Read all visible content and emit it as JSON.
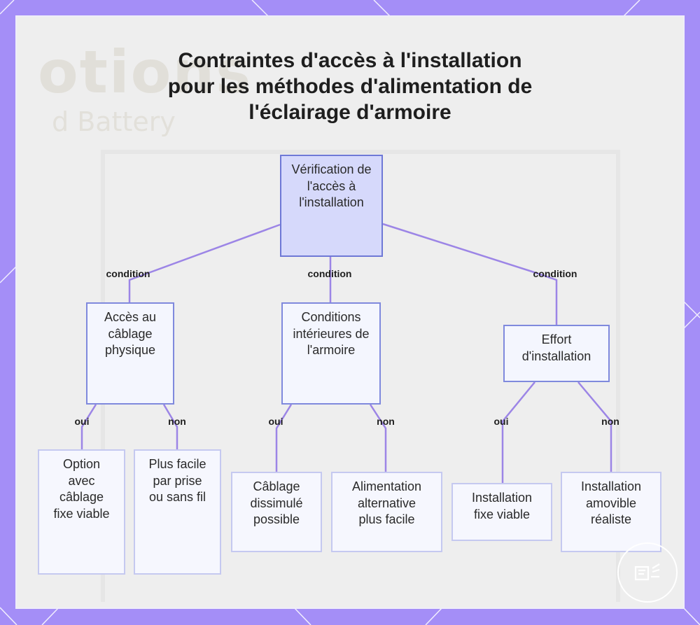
{
  "title_lines": [
    "Contraintes d'accès à l'installation",
    "pour les méthodes d'alimentation de",
    "l'éclairage d'armoire"
  ],
  "background_text": {
    "line1": "otions",
    "line2": "d Battery"
  },
  "nodes": {
    "root": "Vérification de l'accès à l'installation",
    "acces_cablage": "Accès au câblage physique",
    "conditions_armoire": "Conditions intérieures de l'armoire",
    "effort": "Effort d'installation",
    "option_cablage": "Option avec câblage fixe viable",
    "plus_facile_prise": "Plus facile par prise ou sans fil",
    "cablage_dissimule": "Câblage dissimulé possible",
    "alimentation_alternative": "Alimentation alternative plus facile",
    "installation_fixe": "Installation fixe viable",
    "installation_amovible": "Installation amovible réaliste"
  },
  "edge_labels": {
    "condition_1": "condition",
    "condition_2": "condition",
    "condition_3": "condition",
    "oui_1": "oui",
    "non_1": "non",
    "oui_2": "oui",
    "non_2": "non",
    "oui_3": "oui",
    "non_3": "non"
  },
  "colors": {
    "frame": "#a48ef7",
    "panel": "#eeeeee",
    "root_fill": "#d6d9fb",
    "node_border": "#7f89dd",
    "connector": "#9c85e6"
  }
}
